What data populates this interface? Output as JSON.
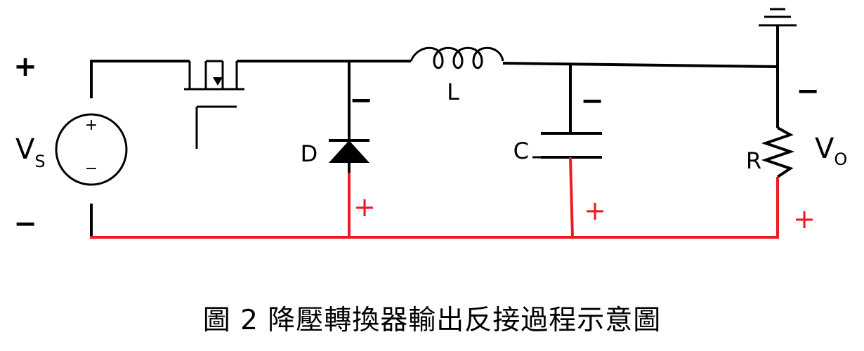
{
  "colors": {
    "wire": "#000000",
    "return_path": "#ee1b24"
  },
  "source": {
    "label_main": "V",
    "label_sub": "S",
    "inner_plus": "+",
    "inner_minus": "−",
    "outer_plus": "+",
    "outer_minus": "−"
  },
  "diode": {
    "label": "D",
    "minus": "−",
    "plus": "+"
  },
  "inductor": {
    "label": "L"
  },
  "capacitor": {
    "label": "C",
    "minus": "−",
    "plus": "+"
  },
  "resistor": {
    "label": "R",
    "vo_main": "V",
    "vo_sub": "O",
    "minus": "−",
    "plus": "+"
  },
  "caption": "圖 2  降壓轉換器輸出反接過程示意圖"
}
